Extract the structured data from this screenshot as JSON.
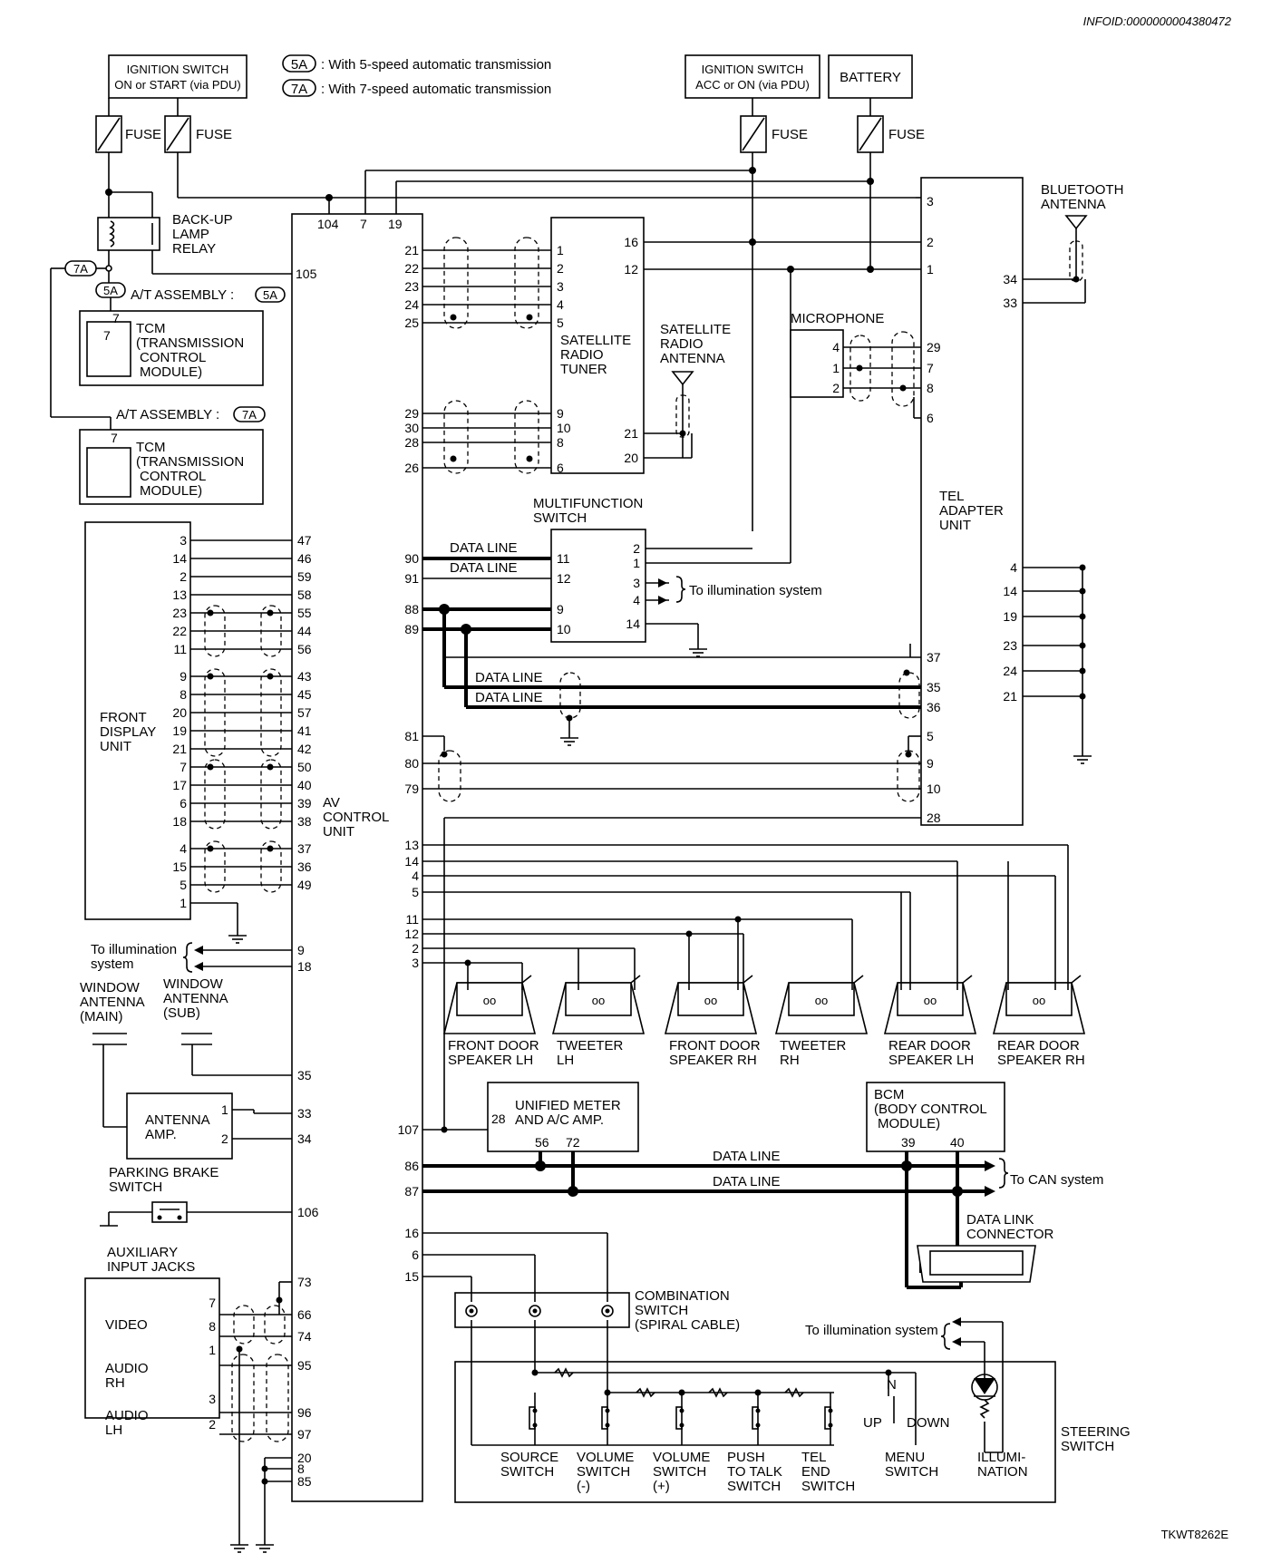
{
  "header": {
    "infoid": "INFOID:0000000004380472",
    "figure_code": "TKWT8262E"
  },
  "legend": [
    {
      "tag": "5A",
      "text": ": With 5-speed automatic transmission"
    },
    {
      "tag": "7A",
      "text": ": With 7-speed automatic transmission"
    }
  ],
  "power": {
    "ign_on_start": [
      "IGNITION SWITCH",
      "ON or START (via PDU)"
    ],
    "ign_acc_on": [
      "IGNITION SWITCH",
      "ACC or ON (via PDU)"
    ],
    "battery": "BATTERY",
    "fuse": "FUSE"
  },
  "components": {
    "backup_relay": [
      "BACK-UP",
      "LAMP",
      "RELAY"
    ],
    "at_assembly_5a": "A/T ASSEMBLY :",
    "at_assembly_7a": "A/T ASSEMBLY :",
    "tcm": [
      "TCM",
      "(TRANSMISSION",
      "CONTROL",
      "MODULE)"
    ],
    "front_display": [
      "FRONT",
      "DISPLAY",
      "UNIT"
    ],
    "av_control": [
      "AV",
      "CONTROL",
      "UNIT"
    ],
    "sat_tuner": [
      "SATELLITE",
      "RADIO",
      "TUNER"
    ],
    "sat_antenna": [
      "SATELLITE",
      "RADIO",
      "ANTENNA"
    ],
    "multifunction": [
      "MULTIFUNCTION",
      "SWITCH"
    ],
    "microphone": "MICROPHONE",
    "tel_adapter": [
      "TEL",
      "ADAPTER",
      "UNIT"
    ],
    "bt_antenna": [
      "BLUETOOTH",
      "ANTENNA"
    ],
    "illum_to": "To illumination system",
    "illum_to_left": [
      "To illumination",
      "system"
    ],
    "window_ant_main": [
      "WINDOW",
      "ANTENNA",
      "(MAIN)"
    ],
    "window_ant_sub": [
      "WINDOW",
      "ANTENNA",
      "(SUB)"
    ],
    "antenna_amp": [
      "ANTENNA",
      "AMP."
    ],
    "parking_brake": [
      "PARKING BRAKE",
      "SWITCH"
    ],
    "aux_jacks": [
      "AUXILIARY",
      "INPUT JACKS"
    ],
    "aux_video": "VIDEO",
    "aux_audio_rh": [
      "AUDIO",
      "RH"
    ],
    "aux_audio_lh": [
      "AUDIO",
      "LH"
    ],
    "unified_meter": [
      "UNIFIED METER",
      "AND A/C AMP."
    ],
    "bcm": [
      "BCM",
      "(BODY CONTROL",
      "MODULE)"
    ],
    "data_link": [
      "DATA LINK",
      "CONNECTOR"
    ],
    "can": "To CAN system",
    "combination": [
      "COMBINATION",
      "SWITCH",
      "(SPIRAL CABLE)"
    ],
    "steering": [
      "STEERING",
      "SWITCH"
    ],
    "data_line": "DATA LINE"
  },
  "speakers": [
    [
      "FRONT DOOR",
      "SPEAKER LH"
    ],
    [
      "TWEETER",
      "LH"
    ],
    [
      "FRONT DOOR",
      "SPEAKER RH"
    ],
    [
      "TWEETER",
      "RH"
    ],
    [
      "REAR DOOR",
      "SPEAKER LH"
    ],
    [
      "REAR DOOR",
      "SPEAKER RH"
    ]
  ],
  "steering_switches": [
    [
      "SOURCE",
      "SWITCH"
    ],
    [
      "VOLUME",
      "SWITCH",
      "(-)"
    ],
    [
      "VOLUME",
      "SWITCH",
      "(+)"
    ],
    [
      "PUSH",
      "TO TALK",
      "SWITCH"
    ],
    [
      "TEL",
      "END",
      "SWITCH"
    ],
    [
      "MENU",
      "SWITCH"
    ],
    [
      "ILLUMI-",
      "NATION"
    ]
  ],
  "menu_labels": {
    "up": "UP",
    "n": "N",
    "down": "DOWN"
  },
  "pins": {
    "av_top": [
      "104",
      "7",
      "19"
    ],
    "av_105": "105",
    "fdu_left": [
      "3",
      "14",
      "2",
      "13",
      "23",
      "22",
      "11",
      "9",
      "8",
      "20",
      "19",
      "21",
      "7",
      "17",
      "6",
      "18",
      "4",
      "15",
      "5",
      "1"
    ],
    "fdu_av": [
      "47",
      "46",
      "59",
      "58",
      "55",
      "44",
      "56",
      "43",
      "45",
      "57",
      "41",
      "42",
      "50",
      "40",
      "39",
      "38",
      "37",
      "36",
      "49"
    ],
    "illum_av": [
      "9",
      "18"
    ],
    "ant_av": [
      "35",
      "33",
      "34"
    ],
    "ant_amp": [
      "1",
      "2"
    ],
    "park_av": "106",
    "aux_av": [
      "73",
      "66",
      "74",
      "95",
      "96",
      "97",
      "20",
      "8",
      "85"
    ],
    "aux_jack": [
      "7",
      "8",
      "1",
      "3",
      "2"
    ],
    "av_right_sat1": [
      "21",
      "22",
      "23",
      "24",
      "25"
    ],
    "sat1": [
      "1",
      "2",
      "3",
      "4",
      "5"
    ],
    "av_right_sat2": [
      "29",
      "30",
      "28",
      "26"
    ],
    "sat2": [
      "9",
      "10",
      "8",
      "6"
    ],
    "sat_right": [
      "16",
      "12",
      "21",
      "20"
    ],
    "mfs_av": [
      "90",
      "91",
      "88",
      "89"
    ],
    "mfs_left": [
      "11",
      "12",
      "9",
      "10"
    ],
    "mfs_right": [
      "2",
      "1",
      "3",
      "4",
      "14"
    ],
    "tel_left": [
      "3",
      "2",
      "1",
      "29",
      "7",
      "8",
      "6",
      "37",
      "35",
      "36",
      "5",
      "9",
      "10",
      "28"
    ],
    "tel_right": [
      "34",
      "33",
      "4",
      "14",
      "19",
      "23",
      "24",
      "21"
    ],
    "mic": [
      "4",
      "1",
      "2"
    ],
    "av_tel": [
      "81",
      "80",
      "79"
    ],
    "av_spk": [
      "13",
      "14",
      "4",
      "5",
      "11",
      "12",
      "2",
      "3"
    ],
    "av_107": "107",
    "meter": [
      "28",
      "56",
      "72"
    ],
    "bcm": [
      "39",
      "40"
    ],
    "can_av": [
      "86",
      "87"
    ],
    "comb_av": [
      "16",
      "6",
      "15"
    ],
    "tcm_pin": "7"
  }
}
